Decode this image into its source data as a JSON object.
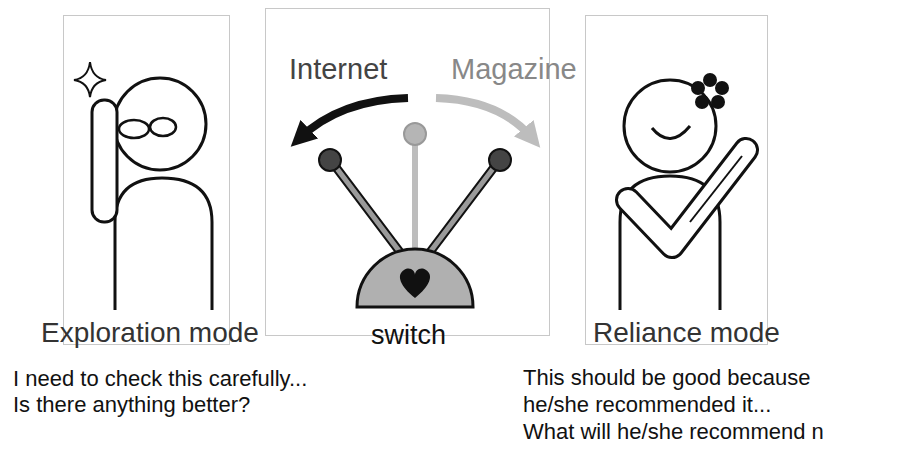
{
  "diagram": {
    "nodes": [
      {
        "text": [
          "Exploration mode",
          "I need to check this carefully...",
          "Is there anything better?"
        ]
      },
      {
        "text": [
          "Internet",
          "Magazine",
          "switch"
        ]
      },
      {
        "text": [
          "Reliance mode",
          "This should be good because",
          "he/she recommended it...",
          "What will he/she recommend n"
        ]
      }
    ]
  }
}
